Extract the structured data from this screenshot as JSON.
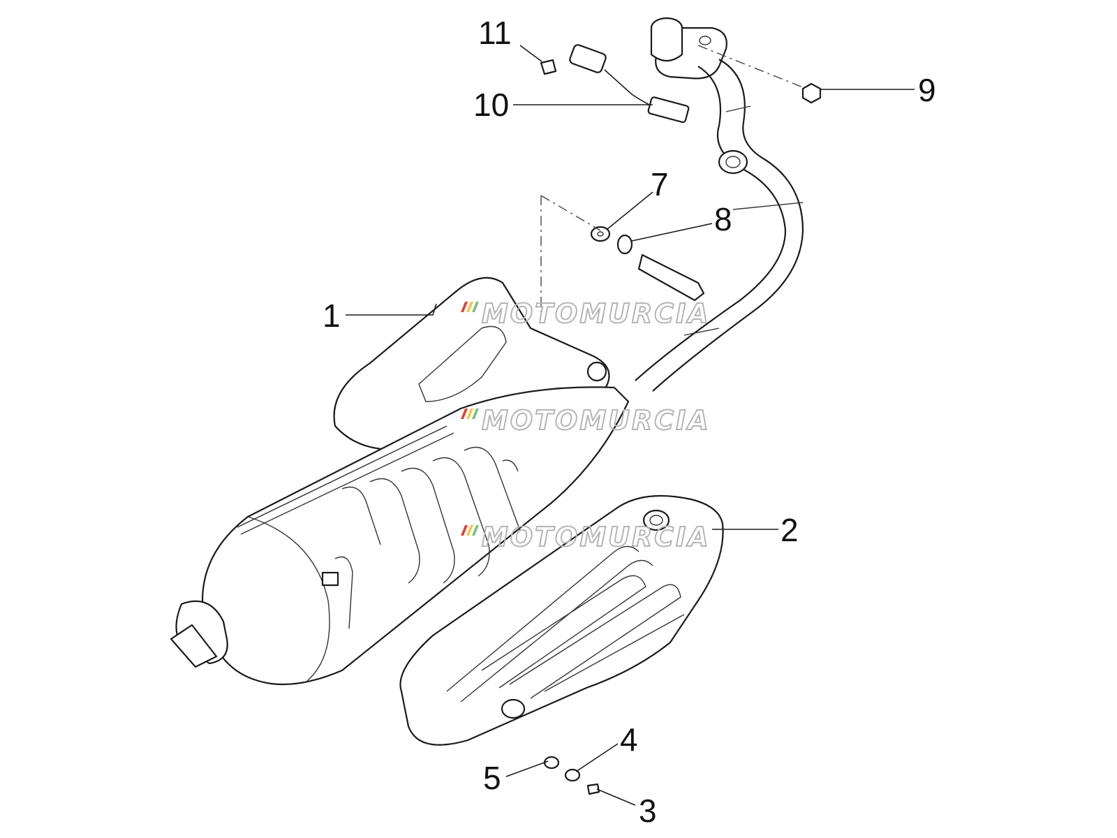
{
  "watermark": {
    "text": "MOTOMURCIA",
    "colors": [
      "#d9443b",
      "#f2c94c",
      "#7fbf7f",
      "#b5b5b5"
    ]
  },
  "callouts": [
    {
      "id": "1",
      "label": "1"
    },
    {
      "id": "2",
      "label": "2"
    },
    {
      "id": "3",
      "label": "3"
    },
    {
      "id": "4",
      "label": "4"
    },
    {
      "id": "5",
      "label": "5"
    },
    {
      "id": "7",
      "label": "7"
    },
    {
      "id": "8",
      "label": "8"
    },
    {
      "id": "9",
      "label": "9"
    },
    {
      "id": "10",
      "label": "10"
    },
    {
      "id": "11",
      "label": "11"
    }
  ]
}
